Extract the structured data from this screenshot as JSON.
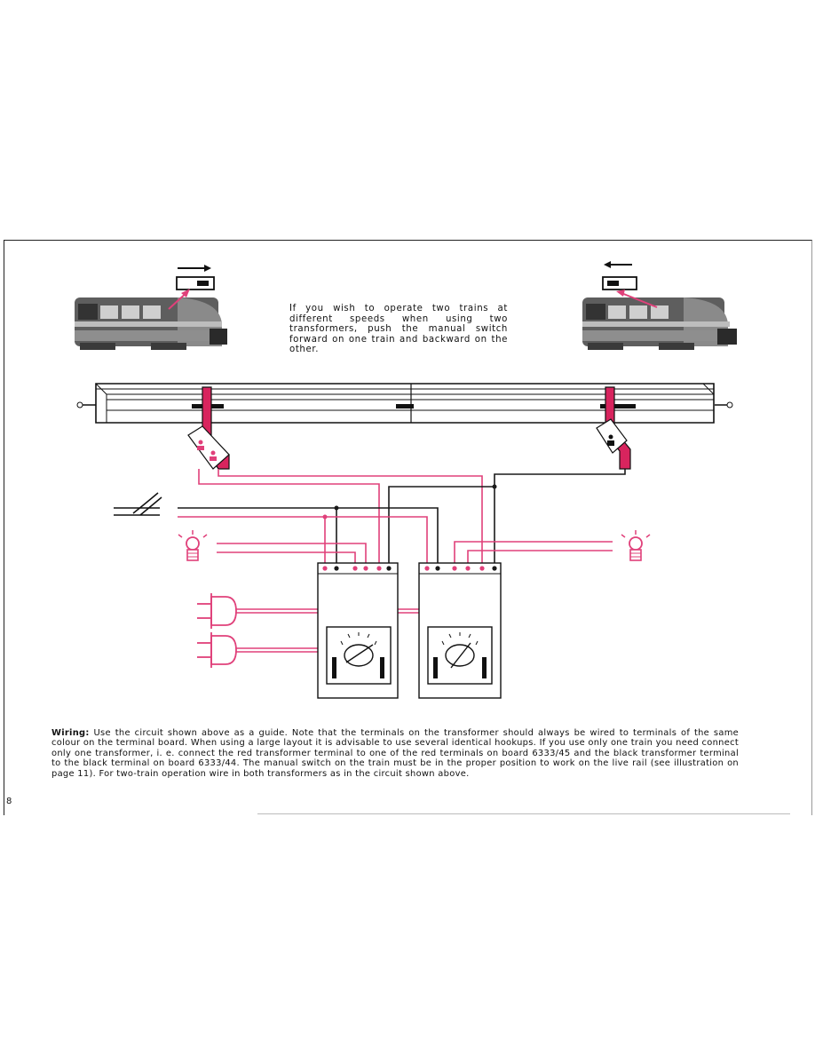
{
  "intro_text": "If you wish to operate two trains at different speeds when using two transformers, push the manual switch forward on one train and backward on the other.",
  "wiring": {
    "label": "Wiring:",
    "text": "Use the circuit shown above as a guide. Note that the terminals on the transformer should always be wired to terminals of the same colour on the terminal board. When using a large layout it is advisable to use several identical hookups. If you use only one train you need connect only one transformer, i. e. connect the red transformer terminal to one of the red terminals on board 6333/45 and the black transformer terminal to the black terminal on board 6333/44. The manual switch on the train must be in the proper position to work on the live rail (see illustration on page 11). For two-train operation wire in both transformers as in the circuit shown above."
  },
  "page_number": "8",
  "colors": {
    "red_wire": "#e0407a",
    "black_wire": "#1a1a1a",
    "terminal_board": "#d8245e",
    "train_body": "#6a6a6a"
  },
  "icons": [
    "arrow-right-icon",
    "arrow-left-icon",
    "train-left",
    "train-right",
    "switch-icon-left",
    "switch-icon-right",
    "turnout-symbol",
    "lamp-left",
    "lamp-right",
    "plug-top",
    "plug-bottom",
    "transformer-left",
    "transformer-right"
  ]
}
